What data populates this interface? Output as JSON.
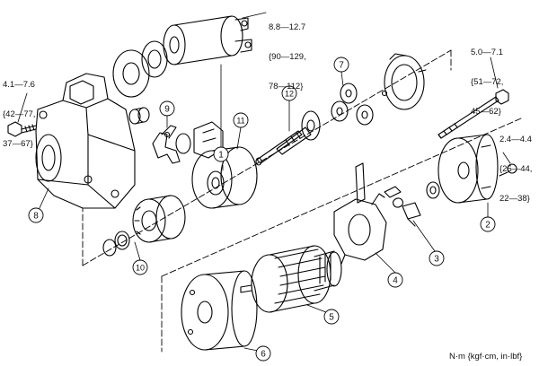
{
  "callouts": [
    "1",
    "2",
    "3",
    "4",
    "5",
    "6",
    "7",
    "8",
    "9",
    "10",
    "11",
    "12"
  ],
  "torque_specs": {
    "solenoid_nut": [
      "8.8—12.7",
      "{90—129,",
      "78—112}"
    ],
    "mounting_bolt": [
      "4.1—7.6",
      "{42—77,",
      "37—67}"
    ],
    "through_bolt": [
      "5.0—7.1",
      "{51—72,",
      "45—62}"
    ],
    "brush_holder_screw": [
      "2.4—4.4",
      "{25—44,",
      "22—38}"
    ]
  },
  "units_note": "N·m {kgf·cm, in·lbf}"
}
